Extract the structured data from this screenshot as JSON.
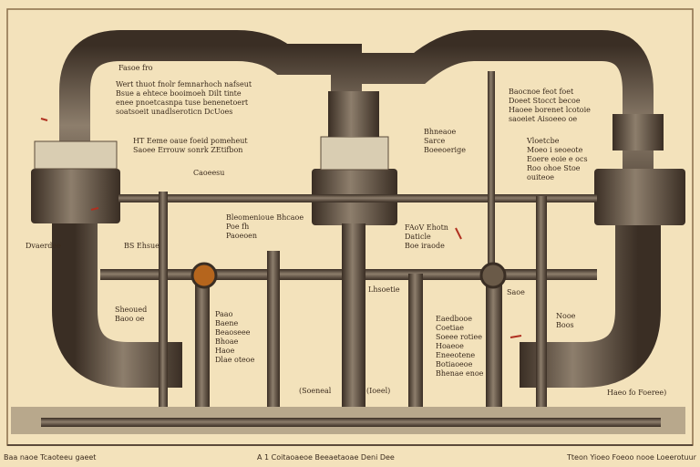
{
  "colors": {
    "paper": "#f3e2bb",
    "pipe": "#5b4a3a",
    "pipe_light": "#8b7a66",
    "ink": "#3a2a1c",
    "copper": "#b5651d",
    "red": "#b03020"
  },
  "labels": {
    "top_left_title": "Fasoe fro",
    "top_left_body": "Wert thuot fnolr femnarhoch nafseut\nBsue a ehtece booimoeh Dilt tinte\nenee pnoetcasnpa tuse benenetoert\nsoatsoeit unadlseroticn DcUoes",
    "left_mid": "HT Eeme oaue foeid pomeheut\nSaoee Errouw sonrk ZEtifbon",
    "left_small": "Caoeesu",
    "left_side1": "Dvaerdee",
    "left_side2": "BS Ehsue",
    "left_lower": "Sheoued\nBaoo oe",
    "center_top": "Bhneaoe\nSarce\nBoeeoerige",
    "center_mid": "Bleomenioue Bhcaoe\nPoe fh\nPaoeoen",
    "center_right": "FAoV Ehotn\nDaticle\nBoe iraode",
    "center_low": "Lhsoetie",
    "right_top": "Baocnoe feot foet\nDoeet Stocct becoe\nHaoee borenet lcotoie\nsaoeiet Aisoeeo oe",
    "right_mid": "Vloetcbe\nMoeo i seoeote\nEoere eoie e ocs\nRoo ohoe Stoe\nouiteoe",
    "right_small": "Saoe",
    "right_lower": "Nooe\nBoos",
    "lower_left": "Paao\nBaene\nBeaoseee\nBhoae\nHaoe\nDlae oteoe",
    "lower_center": "Eaedbooe\nCoetiae\nSoeee rotiee\nHoaeoe\nEneeotene\nBotiaoeoe\nBhenae enoe",
    "base_left": "(Soeneal",
    "base_mid": "(Ioeel)",
    "base_right": "Haeo fo Foeree)"
  },
  "captions": {
    "left": "Baa naoe Tcaoteeu gaeet",
    "center": "A 1 Coitaoaeoe Beeaetaoae Deni Dee",
    "right": "Tteon Yioeo Foeoo nooe Loeerotuur"
  }
}
